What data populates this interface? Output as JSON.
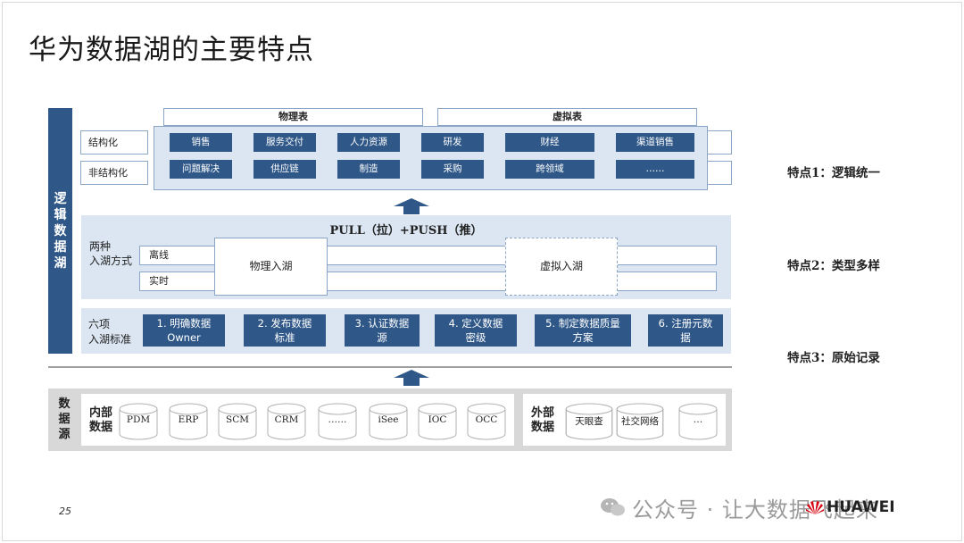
{
  "title": "华为数据湖的主要特点",
  "logical_lake": "逻辑数据湖",
  "tables": {
    "physical": "物理表",
    "virtual": "虚拟表"
  },
  "row_labels": {
    "structured": "结构化",
    "unstructured": "非结构化"
  },
  "business_domains": [
    "销售",
    "服务交付",
    "人力资源",
    "研发",
    "财经",
    "渠道销售",
    "问题解决",
    "供应链",
    "制造",
    "采购",
    "跨领域",
    "……"
  ],
  "ingestion": {
    "header": "PULL（拉）+PUSH（推）",
    "two_ways": "两种\n入湖方式",
    "modes": [
      "离线",
      "实时"
    ],
    "physical": "物理入湖",
    "virtual": "虚拟入湖"
  },
  "standards": {
    "label": "六项\n入湖标准",
    "items": [
      "1. 明确数据\nOwner",
      "2. 发布数据\n标准",
      "3. 认证数据\n源",
      "4. 定义数据\n密级",
      "5. 制定数据质量\n方案",
      "6. 注册元数\n据"
    ]
  },
  "sources": {
    "label": "数据源",
    "internal_label": "内部\n数据",
    "internal": [
      "PDM",
      "ERP",
      "SCM",
      "CRM",
      "……",
      "iSee",
      "IOC",
      "OCC"
    ],
    "external_label": "外部\n数据",
    "external": [
      "天眼查",
      "社交网络",
      "…"
    ]
  },
  "features": [
    "特点1：逻辑统一",
    "特点2：类型多样",
    "特点3：原始记录"
  ],
  "page_number": "25",
  "watermark": "公众号 · 让大数据飞起来",
  "brand": "HUAWEI",
  "colors": {
    "primary": "#2f5888",
    "light": "#dbe6f2",
    "border": "#8aa5c5",
    "gray": "#d8d8d8"
  }
}
